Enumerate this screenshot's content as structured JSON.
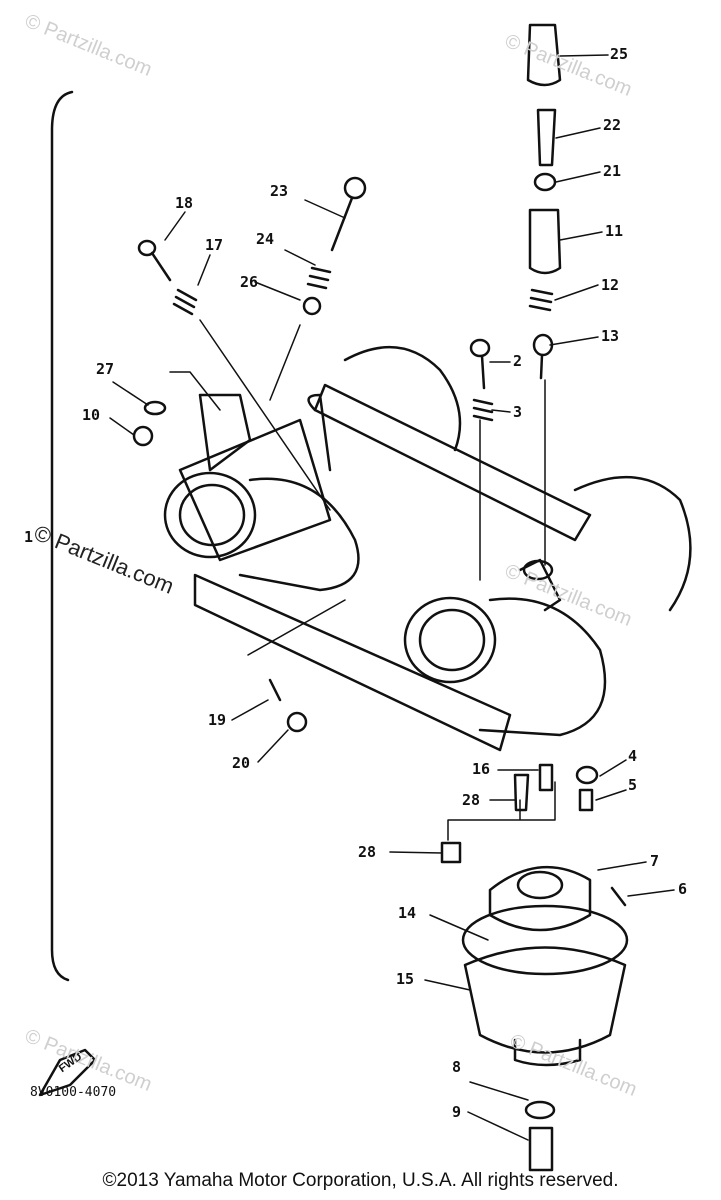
{
  "diagram": {
    "part_labels": [
      "1",
      "2",
      "3",
      "4",
      "5",
      "6",
      "7",
      "8",
      "9",
      "10",
      "11",
      "12",
      "13",
      "14",
      "15",
      "16",
      "17",
      "18",
      "19",
      "20",
      "21",
      "22",
      "23",
      "24",
      "25",
      "26",
      "27",
      "28",
      "28"
    ],
    "fwd_marker": "FWD",
    "drawing_code": "8V0100-4070",
    "copyright": "©2013 Yamaha Motor Corporation, U.S.A. All rights reserved.",
    "watermark": "© Partzilla.com"
  }
}
